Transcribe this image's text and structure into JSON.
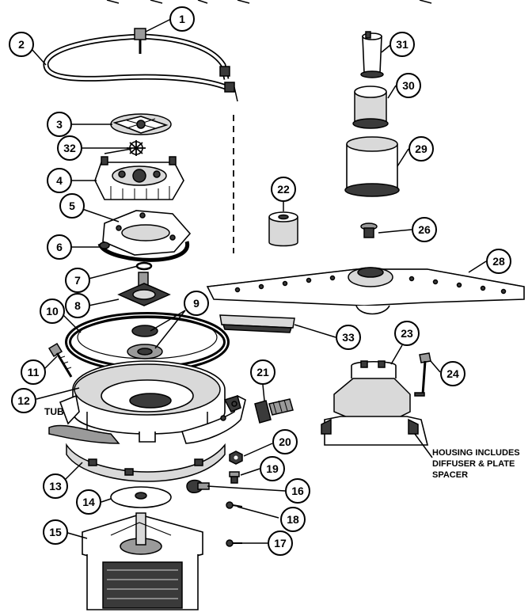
{
  "callouts": {
    "c1": "1",
    "c2": "2",
    "c3": "3",
    "c4": "4",
    "c5": "5",
    "c6": "6",
    "c7": "7",
    "c8": "8",
    "c9": "9",
    "c10": "10",
    "c11": "11",
    "c12": "12",
    "c13": "13",
    "c14": "14",
    "c15": "15",
    "c16": "16",
    "c17": "17",
    "c18": "18",
    "c19": "19",
    "c20": "20",
    "c21": "21",
    "c22": "22",
    "c23": "23",
    "c24": "24",
    "c26": "26",
    "c28": "28",
    "c29": "29",
    "c30": "30",
    "c31": "31",
    "c32": "32",
    "c33": "33"
  },
  "labels": {
    "tub": "TUB",
    "housing_note_1": "HOUSING INCLUDES",
    "housing_note_2": "DIFFUSER & PLATE",
    "housing_note_3": "SPACER"
  }
}
